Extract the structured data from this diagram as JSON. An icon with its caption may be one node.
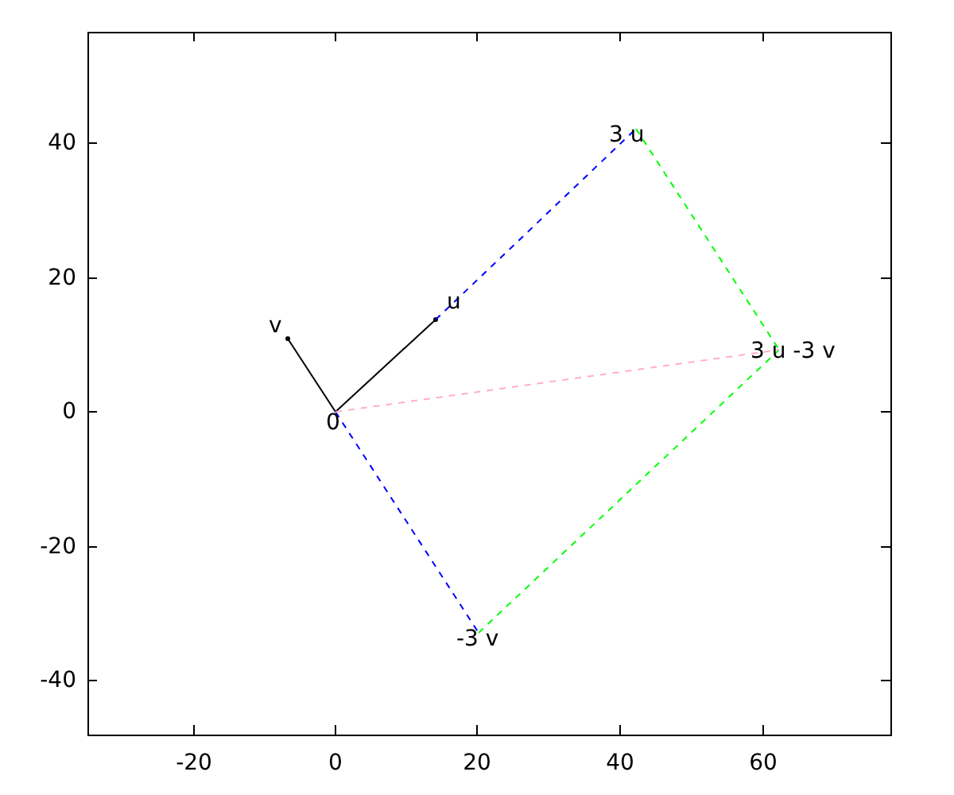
{
  "diagram": {
    "nodes": [
      {
        "text": [
          "3 u"
        ]
      },
      {
        "text": [
          "u"
        ]
      },
      {
        "text": [
          "v"
        ]
      },
      {
        "text": [
          "3 u -3 v"
        ]
      },
      {
        "text": [
          "0"
        ]
      },
      {
        "text": [
          "-3 v"
        ]
      }
    ],
    "edges": [
      {
        "from": 4,
        "to": 1,
        "arrow": "other"
      },
      {
        "from": 4,
        "to": 2,
        "arrow": "other"
      },
      {
        "from": 1,
        "to": 0,
        "arrow": "none",
        "style": "dashed",
        "color": "#0000ff"
      },
      {
        "from": 4,
        "to": 5,
        "arrow": "none",
        "style": "dashed",
        "color": "#0000ff"
      },
      {
        "from": 0,
        "to": 3,
        "arrow": "none",
        "style": "dashed",
        "color": "#00ff00"
      },
      {
        "from": 5,
        "to": 3,
        "arrow": "none",
        "style": "dashed",
        "color": "#00ff00"
      },
      {
        "from": 4,
        "to": 3,
        "arrow": "none",
        "style": "dashed",
        "color": "#ffb0c0"
      }
    ],
    "labels": [
      "40",
      "20",
      "0",
      "-20",
      "-40",
      "-20",
      "0",
      "20",
      "40",
      "60"
    ]
  }
}
